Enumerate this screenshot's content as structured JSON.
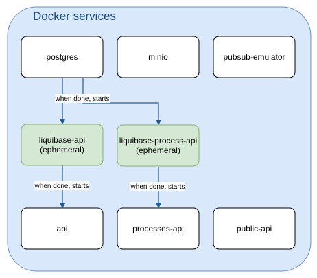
{
  "container": {
    "title": "Docker services",
    "fill": "#dae8fc",
    "stroke": "#6c8ebf"
  },
  "colors": {
    "node_fill": "#ffffff",
    "node_stroke": "#000000",
    "ephemeral_fill": "#d5e8d4",
    "ephemeral_stroke": "#82b366",
    "edge": "#1f5a99",
    "label_bg": "#ffffff"
  },
  "nodes": {
    "postgres": {
      "label": "postgres"
    },
    "minio": {
      "label": "minio"
    },
    "pubsub_emulator": {
      "label": "pubsub-emulator"
    },
    "liquibase_api": {
      "line1": "liquibase-api",
      "line2": "(ephemeral)"
    },
    "liquibase_process_api": {
      "line1": "liquibase-process-api",
      "line2": "(ephemeral)"
    },
    "api": {
      "label": "api"
    },
    "processes_api": {
      "label": "processes-api"
    },
    "public_api": {
      "label": "public-api"
    }
  },
  "edges": {
    "postgres_to_liquibase_api": {
      "label": "when done, starts"
    },
    "postgres_to_liquibase_process_api": {
      "label": ""
    },
    "liquibase_api_to_api": {
      "label": "when done, starts"
    },
    "liquibase_process_api_to_processes_api": {
      "label": "when done, starts"
    }
  }
}
